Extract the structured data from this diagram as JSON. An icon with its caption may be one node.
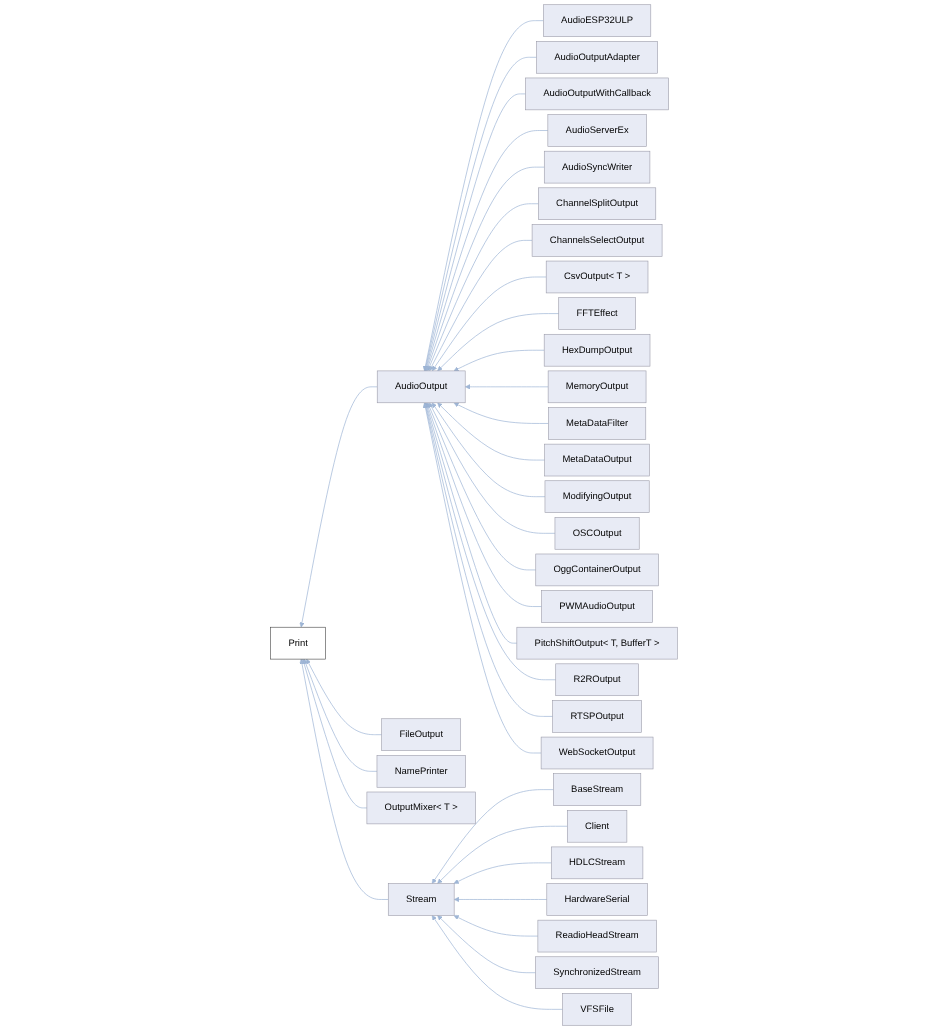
{
  "diagram": {
    "nodes": [
      {
        "text": [
          "Print"
        ]
      },
      {
        "text": [
          "AudioOutput"
        ]
      },
      {
        "text": [
          "FileOutput"
        ]
      },
      {
        "text": [
          "NamePrinter"
        ]
      },
      {
        "text": [
          "OutputMixer< T >"
        ]
      },
      {
        "text": [
          "Stream"
        ]
      },
      {
        "text": [
          "AudioESP32ULP"
        ]
      },
      {
        "text": [
          "AudioOutputAdapter"
        ]
      },
      {
        "text": [
          "AudioOutputWithCallback"
        ]
      },
      {
        "text": [
          "AudioServerEx"
        ]
      },
      {
        "text": [
          "AudioSyncWriter"
        ]
      },
      {
        "text": [
          "ChannelSplitOutput"
        ]
      },
      {
        "text": [
          "ChannelsSelectOutput"
        ]
      },
      {
        "text": [
          "CsvOutput< T >"
        ]
      },
      {
        "text": [
          "FFTEffect"
        ]
      },
      {
        "text": [
          "HexDumpOutput"
        ]
      },
      {
        "text": [
          "MemoryOutput"
        ]
      },
      {
        "text": [
          "MetaDataFilter"
        ]
      },
      {
        "text": [
          "MetaDataOutput"
        ]
      },
      {
        "text": [
          "ModifyingOutput"
        ]
      },
      {
        "text": [
          "OSCOutput"
        ]
      },
      {
        "text": [
          "OggContainerOutput"
        ]
      },
      {
        "text": [
          "PWMAudioOutput"
        ]
      },
      {
        "text": [
          "PitchShiftOutput< T, BufferT >"
        ]
      },
      {
        "text": [
          "R2ROutput"
        ]
      },
      {
        "text": [
          "RTSPOutput"
        ]
      },
      {
        "text": [
          "WebSocketOutput"
        ]
      },
      {
        "text": [
          "BaseStream"
        ]
      },
      {
        "text": [
          "Client"
        ]
      },
      {
        "text": [
          "HDLCStream"
        ]
      },
      {
        "text": [
          "HardwareSerial"
        ]
      },
      {
        "text": [
          "ReadioHeadStream"
        ]
      },
      {
        "text": [
          "SynchronizedStream"
        ]
      },
      {
        "text": [
          "VFSFile"
        ]
      }
    ],
    "edges": [
      {
        "from": 1,
        "to": 0,
        "arrow": "to"
      },
      {
        "from": 2,
        "to": 0,
        "arrow": "to"
      },
      {
        "from": 3,
        "to": 0,
        "arrow": "to"
      },
      {
        "from": 4,
        "to": 0,
        "arrow": "to"
      },
      {
        "from": 5,
        "to": 0,
        "arrow": "to"
      },
      {
        "from": 6,
        "to": 1,
        "arrow": "to"
      },
      {
        "from": 7,
        "to": 1,
        "arrow": "to"
      },
      {
        "from": 8,
        "to": 1,
        "arrow": "to"
      },
      {
        "from": 9,
        "to": 1,
        "arrow": "to"
      },
      {
        "from": 10,
        "to": 1,
        "arrow": "to"
      },
      {
        "from": 11,
        "to": 1,
        "arrow": "to"
      },
      {
        "from": 12,
        "to": 1,
        "arrow": "to"
      },
      {
        "from": 13,
        "to": 1,
        "arrow": "to"
      },
      {
        "from": 14,
        "to": 1,
        "arrow": "to"
      },
      {
        "from": 15,
        "to": 1,
        "arrow": "to"
      },
      {
        "from": 16,
        "to": 1,
        "arrow": "to"
      },
      {
        "from": 17,
        "to": 1,
        "arrow": "to"
      },
      {
        "from": 18,
        "to": 1,
        "arrow": "to"
      },
      {
        "from": 19,
        "to": 1,
        "arrow": "to"
      },
      {
        "from": 20,
        "to": 1,
        "arrow": "to"
      },
      {
        "from": 21,
        "to": 1,
        "arrow": "to"
      },
      {
        "from": 22,
        "to": 1,
        "arrow": "to"
      },
      {
        "from": 23,
        "to": 1,
        "arrow": "to"
      },
      {
        "from": 24,
        "to": 1,
        "arrow": "to"
      },
      {
        "from": 25,
        "to": 1,
        "arrow": "to"
      },
      {
        "from": 26,
        "to": 1,
        "arrow": "to"
      },
      {
        "from": 27,
        "to": 5,
        "arrow": "to"
      },
      {
        "from": 28,
        "to": 5,
        "arrow": "to"
      },
      {
        "from": 29,
        "to": 5,
        "arrow": "to"
      },
      {
        "from": 30,
        "to": 5,
        "arrow": "to"
      },
      {
        "from": 31,
        "to": 5,
        "arrow": "to"
      },
      {
        "from": 32,
        "to": 5,
        "arrow": "to"
      },
      {
        "from": 33,
        "to": 5,
        "arrow": "to"
      }
    ]
  }
}
